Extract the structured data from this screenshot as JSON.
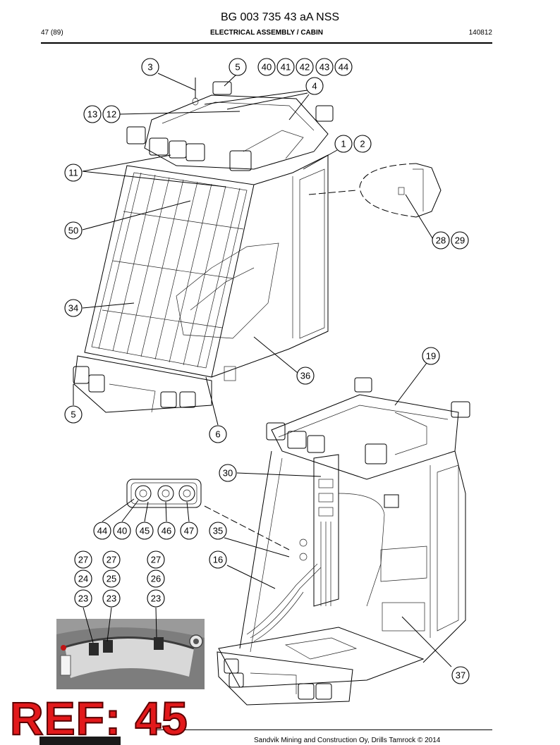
{
  "header": {
    "doc_id": "BG 003 735 43 aA NSS",
    "page": "47 (89)",
    "section": "ELECTRICAL ASSEMBLY / CABIN",
    "code": "140812"
  },
  "footer": {
    "copyright": "Sandvik Mining and Construction Oy, Drills Tamrock © 2014"
  },
  "overlay": {
    "ref_label": "REF: 45"
  },
  "callouts": {
    "c3": "3",
    "c5a": "5",
    "c40a": "40",
    "c41": "41",
    "c42": "42",
    "c43": "43",
    "c44a": "44",
    "c4": "4",
    "c13": "13",
    "c12": "12",
    "c1": "1",
    "c2": "2",
    "c11": "11",
    "c50": "50",
    "c28": "28",
    "c29": "29",
    "c34": "34",
    "c36": "36",
    "c5b": "5",
    "c6": "6",
    "c19": "19",
    "c30": "30",
    "c44b": "44",
    "c40b": "40",
    "c45": "45",
    "c46": "46",
    "c47": "47",
    "c35": "35",
    "c16": "16",
    "c27a": "27",
    "c27b": "27",
    "c27c": "27",
    "c24": "24",
    "c25": "25",
    "c26": "26",
    "c23a": "23",
    "c23b": "23",
    "c23c": "23",
    "c37": "37"
  },
  "colors": {
    "ref_red": "#e2191b",
    "ink": "#000000",
    "photo_grey": "#9a9a9a"
  }
}
